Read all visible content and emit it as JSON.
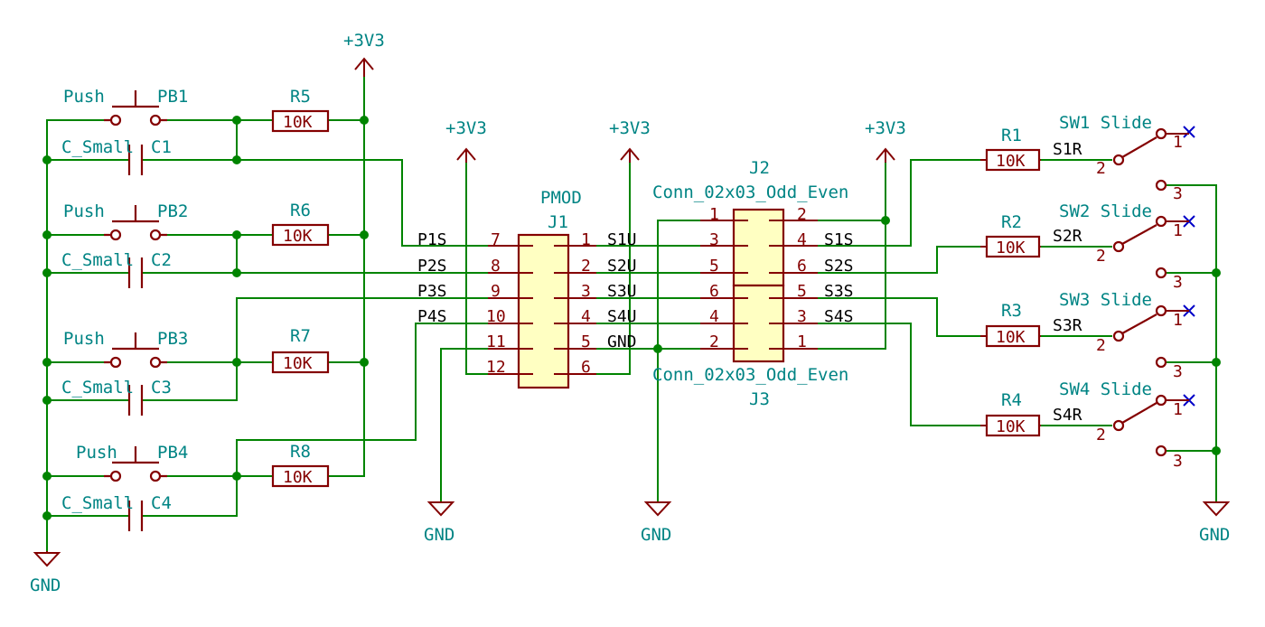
{
  "colors": {
    "wire": "#008400",
    "part": "#840000",
    "part_fill": "#ffffc2",
    "ref_text": "#008484",
    "label_text": "#000000",
    "no_connect": "#0000c8"
  },
  "power": {
    "vcc_label": "+3V3",
    "gnd_label": "GND"
  },
  "buttons": [
    {
      "name": "Push",
      "ref": "PB1",
      "cap_name": "C_Small",
      "cap_ref": "C1",
      "res_ref": "R5",
      "res_val": "10K"
    },
    {
      "name": "Push",
      "ref": "PB2",
      "cap_name": "C_Small",
      "cap_ref": "C2",
      "res_ref": "R6",
      "res_val": "10K"
    },
    {
      "name": "Push",
      "ref": "PB3",
      "cap_name": "C_Small",
      "cap_ref": "C3",
      "res_ref": "R7",
      "res_val": "10K"
    },
    {
      "name": "Push",
      "ref": "PB4",
      "cap_name": "C_Small",
      "cap_ref": "C4",
      "res_ref": "R8",
      "res_val": "10K"
    }
  ],
  "pmod": {
    "name": "PMOD",
    "ref": "J1",
    "left_pins": [
      "7",
      "8",
      "9",
      "10",
      "11",
      "12"
    ],
    "right_pins": [
      "1",
      "2",
      "3",
      "4",
      "5",
      "6"
    ],
    "left_labels": [
      "P1S",
      "P2S",
      "P3S",
      "P4S"
    ],
    "right_labels": [
      "S1U",
      "S2U",
      "S3U",
      "S4U",
      "GND"
    ]
  },
  "j2": {
    "ref": "J2",
    "name": "Conn_02x03_Odd_Even",
    "left_pins": [
      "1",
      "3",
      "5"
    ],
    "right_pins": [
      "2",
      "4",
      "6"
    ],
    "right_labels": [
      "S1S",
      "S2S"
    ]
  },
  "j3": {
    "ref": "J3",
    "name": "Conn_02x03_Odd_Even",
    "left_pins": [
      "6",
      "4",
      "2"
    ],
    "right_pins": [
      "5",
      "3",
      "1"
    ],
    "right_labels": [
      "S3S",
      "S4S"
    ]
  },
  "switches": [
    {
      "res_ref": "R1",
      "res_val": "10K",
      "net": "S1R",
      "name": "SW1 Slide",
      "pin1": "1",
      "pin2": "2",
      "pin3": "3"
    },
    {
      "res_ref": "R2",
      "res_val": "10K",
      "net": "S2R",
      "name": "SW2 Slide",
      "pin1": "1",
      "pin2": "2",
      "pin3": "3"
    },
    {
      "res_ref": "R3",
      "res_val": "10K",
      "net": "S3R",
      "name": "SW3 Slide",
      "pin1": "1",
      "pin2": "2",
      "pin3": "3"
    },
    {
      "res_ref": "R4",
      "res_val": "10K",
      "net": "S4R",
      "name": "SW4 Slide",
      "pin1": "1",
      "pin2": "2",
      "pin3": "3"
    }
  ]
}
